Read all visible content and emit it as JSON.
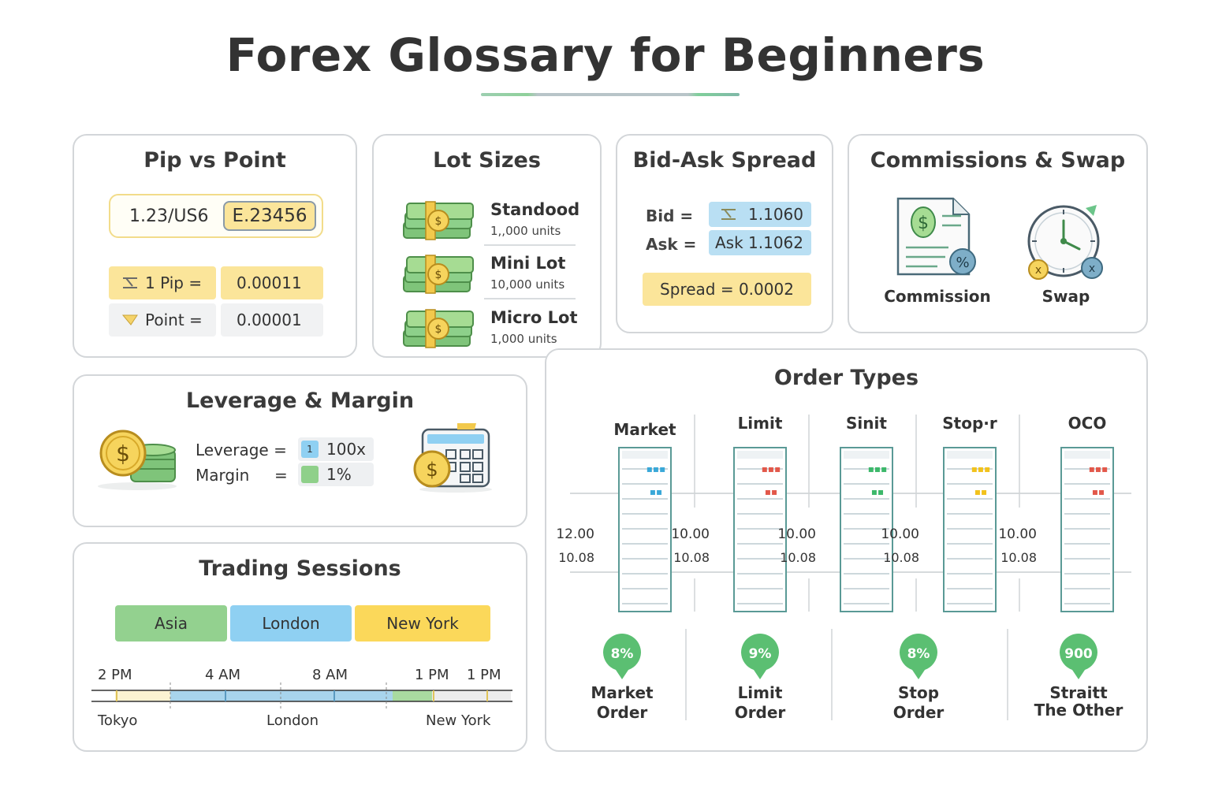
{
  "page": {
    "title": "Forex Glossary for Beginners"
  },
  "pip_vs_point": {
    "title": "Pip vs Point",
    "quote_left": "1.23/US6",
    "quote_right": "E.23456",
    "pip_label": "1 Pip =",
    "pip_value": "0.00011",
    "point_label": "Point =",
    "point_value": "0.00001",
    "colors": {
      "highlight": "#fbe59a",
      "neutral": "#f1f2f3"
    }
  },
  "lot_sizes": {
    "title": "Lot Sizes",
    "items": [
      {
        "name": "Standood",
        "units": "1,,000 units",
        "icon": "cash-stack-icon"
      },
      {
        "name": "Mini Lot",
        "units": "10,000 units",
        "icon": "cash-stack-icon"
      },
      {
        "name": "Micro Lot",
        "units": "1,000 units",
        "icon": "cash-stack-icon"
      }
    ]
  },
  "bid_ask": {
    "title": "Bid-Ask Spread",
    "bid_label": "Bid =",
    "bid_value": "1.1060",
    "ask_label": "Ask =",
    "ask_value": "Ask 1.1062",
    "spread": "Spread = 0.0002",
    "colors": {
      "bid_ask": "#b9dff3",
      "spread": "#fbe59a"
    }
  },
  "commissions": {
    "title": "Commissions & Swap",
    "commission_label": "Commission",
    "commission_icon": "invoice-dollar-icon",
    "swap_label": "Swap",
    "swap_icon": "clock-swap-icon"
  },
  "leverage": {
    "title": "Leverage & Margin",
    "leverage_label": "Leverage =",
    "leverage_chip": "1",
    "leverage_value": "100x",
    "margin_label": "Margin",
    "margin_eq": "=",
    "margin_value": "1%",
    "left_icon": "coins-stack-icon",
    "right_icon": "calculator-coin-icon"
  },
  "sessions": {
    "title": "Trading Sessions",
    "pills": [
      {
        "label": "Asia",
        "color": "#93d18f"
      },
      {
        "label": "London",
        "color": "#8fd0f2"
      },
      {
        "label": "New York",
        "color": "#fbd85a"
      }
    ],
    "times": [
      "2 PM",
      "4 AM",
      "8 AM",
      "1 PM",
      "1 PM"
    ],
    "cities": [
      "Tokyo",
      "London",
      "New York"
    ]
  },
  "order_types": {
    "title": "Order Types",
    "columns": [
      {
        "header": "Market",
        "left1": "12.00",
        "left2": "10.08",
        "accent": "#3aa8d8",
        "badge": "8%",
        "footer1": "Market",
        "footer2": "Order"
      },
      {
        "header": "Limit",
        "left1": "10.00",
        "left2": "10.08",
        "accent": "#e2584a",
        "badge": "9%",
        "footer1": "Limit",
        "footer2": "Order"
      },
      {
        "header": "Sinit",
        "left1": "10.00",
        "left2": "10.08",
        "accent": "#3cb86a",
        "badge": "8%",
        "footer1": "Stop",
        "footer2": "Order"
      },
      {
        "header": "Stop·r",
        "left1": "10.00",
        "left2": "10.08",
        "accent": "#f2c21c",
        "badge": "",
        "footer1": "",
        "footer2": ""
      },
      {
        "header": "OCO",
        "left1": "10.00",
        "left2": "10.08",
        "accent": "#e2584a",
        "badge": "900",
        "footer1": "Straitt",
        "footer2": "The Other"
      }
    ],
    "badge_color": "#5bbf72"
  }
}
